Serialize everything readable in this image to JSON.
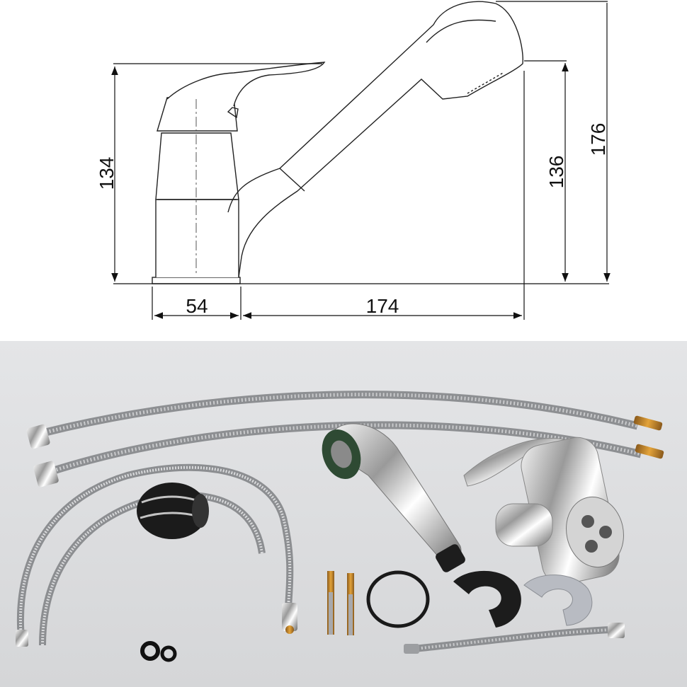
{
  "drawing": {
    "dimensions": {
      "height_left": "134",
      "height_right": "136",
      "height_total": "176",
      "width_base": "54",
      "width_reach": "174"
    }
  },
  "photo": {
    "background_color": "#d9dadc",
    "parts": [
      "braided-supply-hose",
      "braided-supply-hose",
      "metal-shower-hose",
      "black-hose-weight",
      "pull-out-spray-head",
      "faucet-body",
      "mounting-studs",
      "o-ring",
      "black-horseshoe-washer",
      "metal-horseshoe-washer",
      "short-braided-hose",
      "rubber-washers"
    ]
  }
}
